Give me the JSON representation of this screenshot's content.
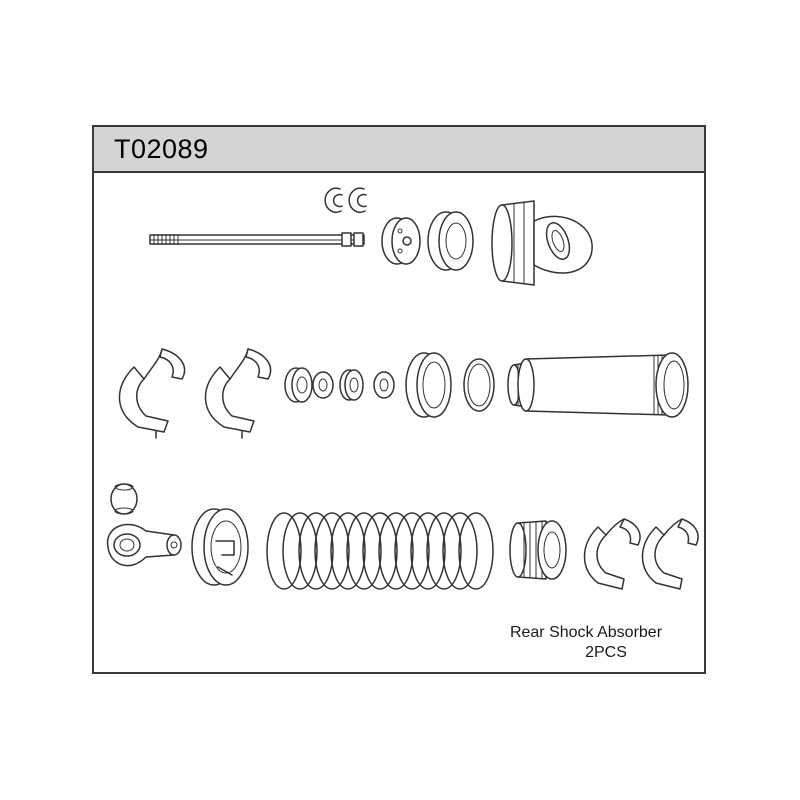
{
  "header": {
    "part_number": "T02089"
  },
  "caption": {
    "name": "Rear Shock Absorber",
    "quantity": "2PCS"
  },
  "colors": {
    "header_background": "#d4d4d4",
    "line": "#333333",
    "border": "#3a3a3a"
  }
}
